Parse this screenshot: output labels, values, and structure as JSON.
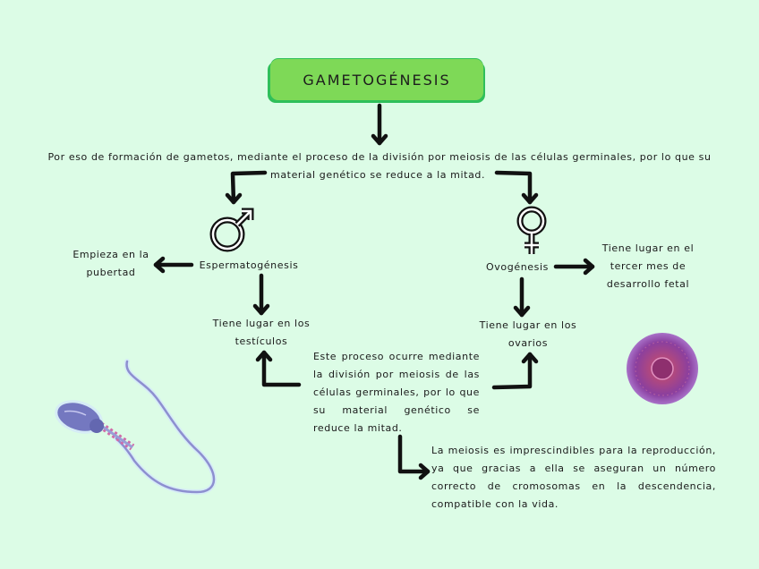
{
  "title": "GAMETOGÉNESIS",
  "intro_line1": "Por eso de formación de gametos, mediante el proceso de la división por meiosis de las células germinales, por lo que su",
  "intro_line2": "material genético se reduce a la mitad.",
  "male": {
    "symbol": "♂",
    "icon": "male-symbol-icon",
    "label": "Espermatogénesis",
    "left_note_line1": "Empieza en la",
    "left_note_line2": "pubertad",
    "down_note_line1": "Tiene lugar en los",
    "down_note_line2": "testículos"
  },
  "female": {
    "symbol": "♀",
    "icon": "female-symbol-icon",
    "label": "Ovogénesis",
    "right_note_line1": "Tiene lugar en el",
    "right_note_line2": "tercer mes de",
    "right_note_line3": "desarrollo fetal",
    "down_note_line1": "Tiene lugar en los",
    "down_note_line2": "ovarios"
  },
  "process_text": "Este proceso ocurre mediante la división por meiosis de las células germinales, por lo que su material genético se reduce la mitad.",
  "meiosis_text": "La meiosis es imprescindibles para la reproducción, ya que gracias a ella se aseguran un número correcto de cromosomas en la descendencia, compatible con la vida.",
  "images": {
    "sperm": "sperm-illustration",
    "egg": "egg-cell-illustration"
  },
  "colors": {
    "background": "#dcfce6",
    "title_fill": "#7ed957",
    "title_border": "#2fbf5a",
    "sperm_head": "#7478c0",
    "sperm_midpiece": "#d06aa8",
    "egg_outer": "#9a4fb8",
    "egg_inner": "#b0487f"
  }
}
